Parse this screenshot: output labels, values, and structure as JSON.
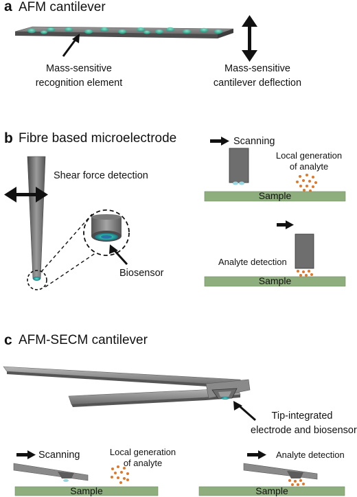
{
  "panel_a": {
    "letter": "a",
    "title": "AFM cantilever",
    "label_recognition": [
      "Mass-sensitive",
      "recognition element"
    ],
    "label_deflection": [
      "Mass-sensitive",
      "cantilever deflection"
    ]
  },
  "panel_b": {
    "letter": "b",
    "title": "Fibre based microelectrode",
    "label_shear": "Shear force detection",
    "label_biosensor": "Biosensor",
    "label_scanning": "Scanning",
    "label_local_generation": [
      "Local generation",
      "of analyte"
    ],
    "label_analyte_detection": "Analyte detection",
    "label_sample_1": "Sample",
    "label_sample_2": "Sample"
  },
  "panel_c": {
    "letter": "c",
    "title": "AFM-SECM cantilever",
    "label_tip": [
      "Tip-integrated",
      "electrode and biosensor"
    ],
    "label_scanning": "Scanning",
    "label_local_generation": [
      "Local generation",
      "of analyte"
    ],
    "label_analyte_detection": "Analyte detection",
    "label_sample_1": "Sample",
    "label_sample_2": "Sample"
  },
  "colors": {
    "cantilever_gray": "#6e6e6e",
    "sample_green": "#8fae7e",
    "analyte_orange": "#e0782a",
    "biosensor_teal": "#2fb7a6"
  }
}
